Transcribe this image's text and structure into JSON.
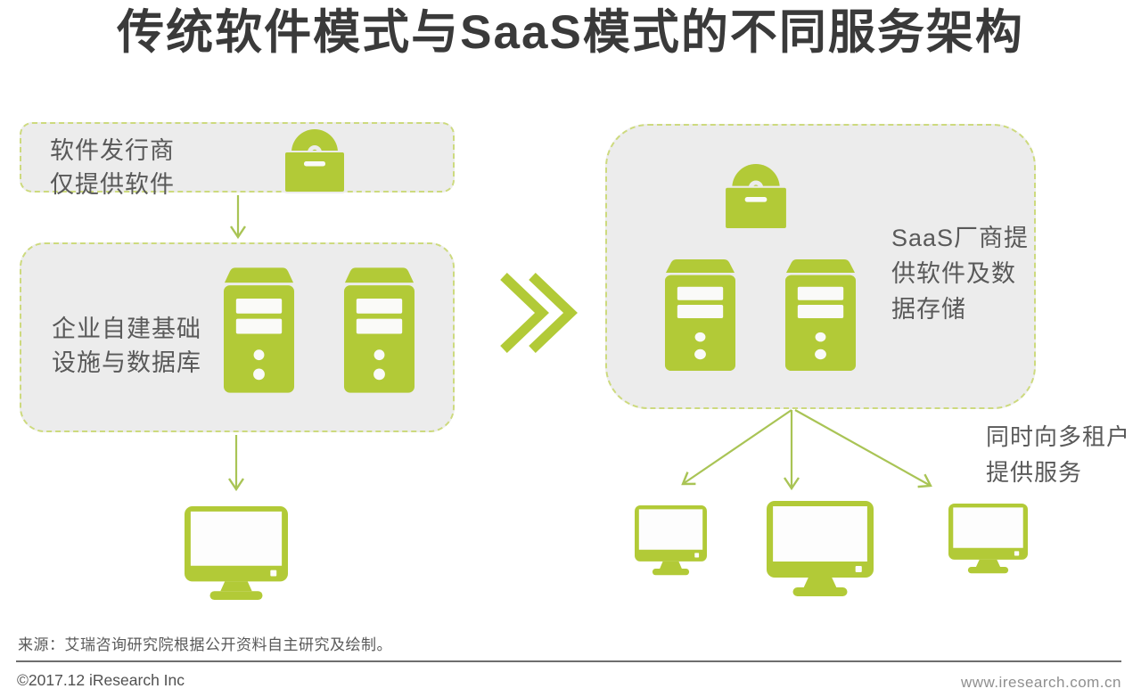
{
  "title": "传统软件模式与SaaS模式的不同服务架构",
  "diagram": {
    "publisher_box_label": "软件发行商\n仅提供软件",
    "enterprise_box_label": "企业自建基础\n设施与数据库",
    "saas_box_label": "SaaS厂商提\n供软件及数\n据存储",
    "multi_tenant_note": "同时向多租户\n提供服务"
  },
  "icons": {
    "software": "disc-in-drive-icon",
    "server": "tower-server-icon",
    "client": "desktop-monitor-icon",
    "transition": "double-chevron-right-icon",
    "flow": "thin-arrow"
  },
  "colors": {
    "accent_green": "#b2ca37",
    "dash_border": "#cdda7e",
    "box_bg": "#ececec",
    "body_text": "#595959",
    "title_text": "#3a3a3a",
    "muted_text": "#8f8f8f",
    "arrow_green": "#a9c455"
  },
  "footer": {
    "source": "来源：艾瑞咨询研究院根据公开资料自主研究及绘制。",
    "copyright": "©2017.12 iResearch Inc",
    "website": "www.iresearch.com.cn"
  }
}
